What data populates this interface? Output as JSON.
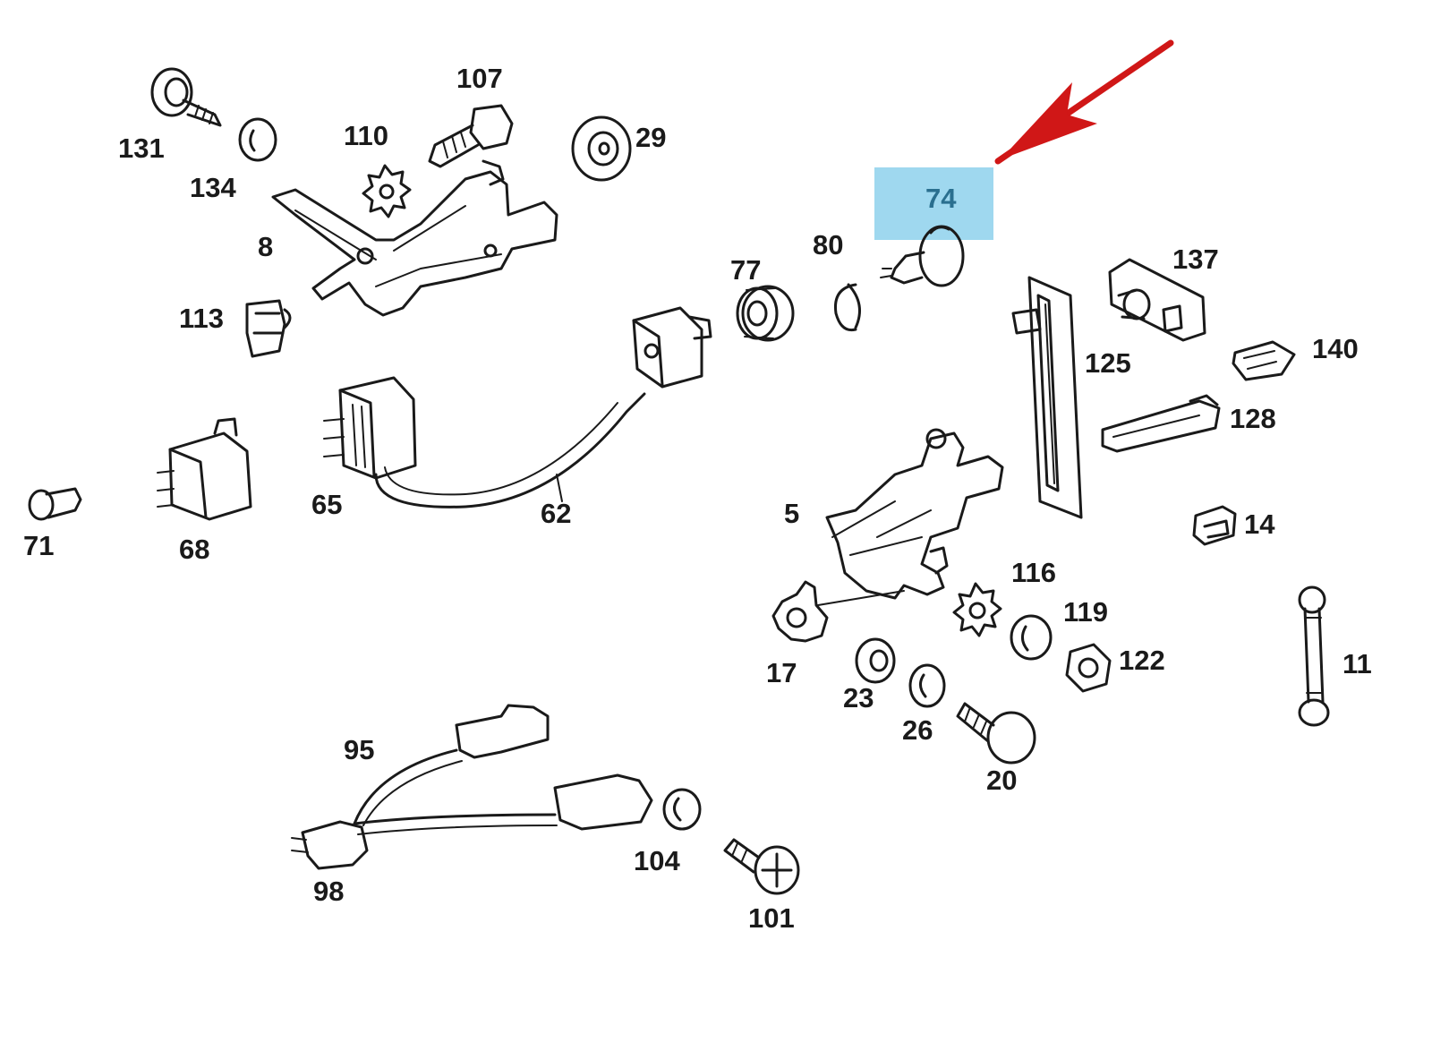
{
  "highlight": {
    "color": "#9fd8ef",
    "label_color": "#2a6f8f"
  },
  "arrow": {
    "color": "#d01717"
  },
  "labels": {
    "p131": "131",
    "p134": "134",
    "p110": "110",
    "p107": "107",
    "p29": "29",
    "p8": "8",
    "p113": "113",
    "p77": "77",
    "p80": "80",
    "p74": "74",
    "p137": "137",
    "p140": "140",
    "p125": "125",
    "p128": "128",
    "p65": "65",
    "p62": "62",
    "p68": "68",
    "p71": "71",
    "p5": "5",
    "p14": "14",
    "p116": "116",
    "p119": "119",
    "p17": "17",
    "p122": "122",
    "p11": "11",
    "p23": "23",
    "p26": "26",
    "p20": "20",
    "p95": "95",
    "p104": "104",
    "p98": "98",
    "p101": "101"
  }
}
